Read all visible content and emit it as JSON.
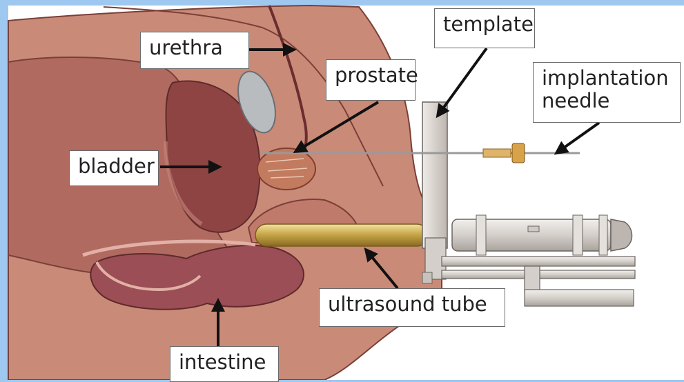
{
  "labels": {
    "urethra": "urethra",
    "template": "template",
    "prostate": "prostate",
    "implantation_needle": "implantation\nneedle",
    "bladder": "bladder",
    "ultrasound_tube": "ultrasound tube",
    "intestine": "intestine"
  },
  "colors": {
    "frame": "#9ec8f0",
    "background": "#ffffff",
    "body_outer": "#c98a78",
    "body_inner": "#a85f56",
    "bladder": "#8f4444",
    "prostate": "#c27b5e",
    "intestine": "#9b4e55",
    "device_metal": "#d8d4d0",
    "ultrasound_gold": "#c9a84a"
  }
}
